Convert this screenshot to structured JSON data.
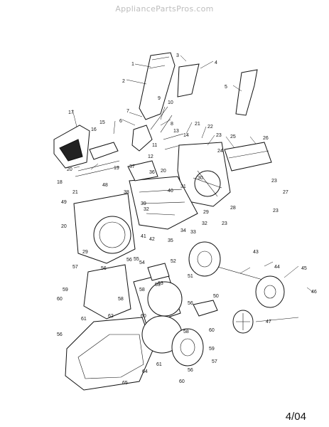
{
  "watermark": "AppliancePartsPros.com",
  "footer_date": "4/04",
  "callouts": [
    {
      "n": "1"
    },
    {
      "n": "2"
    },
    {
      "n": "3"
    },
    {
      "n": "4"
    },
    {
      "n": "5"
    },
    {
      "n": "6"
    },
    {
      "n": "7"
    },
    {
      "n": "8"
    },
    {
      "n": "9"
    },
    {
      "n": "10"
    },
    {
      "n": "11"
    },
    {
      "n": "12"
    },
    {
      "n": "13"
    },
    {
      "n": "14"
    },
    {
      "n": "15"
    },
    {
      "n": "16"
    },
    {
      "n": "17"
    },
    {
      "n": "18"
    },
    {
      "n": "19"
    },
    {
      "n": "20"
    },
    {
      "n": "20"
    },
    {
      "n": "20"
    },
    {
      "n": "21"
    },
    {
      "n": "21"
    },
    {
      "n": "22"
    },
    {
      "n": "23"
    },
    {
      "n": "23"
    },
    {
      "n": "23"
    },
    {
      "n": "23"
    },
    {
      "n": "24"
    },
    {
      "n": "25"
    },
    {
      "n": "26"
    },
    {
      "n": "27"
    },
    {
      "n": "28"
    },
    {
      "n": "29"
    },
    {
      "n": "29"
    },
    {
      "n": "30"
    },
    {
      "n": "31"
    },
    {
      "n": "32"
    },
    {
      "n": "32"
    },
    {
      "n": "33"
    },
    {
      "n": "34"
    },
    {
      "n": "35"
    },
    {
      "n": "36"
    },
    {
      "n": "37"
    },
    {
      "n": "38"
    },
    {
      "n": "39"
    },
    {
      "n": "40"
    },
    {
      "n": "41"
    },
    {
      "n": "42"
    },
    {
      "n": "43"
    },
    {
      "n": "44"
    },
    {
      "n": "45"
    },
    {
      "n": "46"
    },
    {
      "n": "47"
    },
    {
      "n": "48"
    },
    {
      "n": "49"
    },
    {
      "n": "50"
    },
    {
      "n": "51"
    },
    {
      "n": "52"
    },
    {
      "n": "53"
    },
    {
      "n": "54"
    },
    {
      "n": "55"
    },
    {
      "n": "56"
    },
    {
      "n": "56"
    },
    {
      "n": "56"
    },
    {
      "n": "56"
    },
    {
      "n": "56"
    },
    {
      "n": "57"
    },
    {
      "n": "57"
    },
    {
      "n": "58"
    },
    {
      "n": "58"
    },
    {
      "n": "58"
    },
    {
      "n": "59"
    },
    {
      "n": "59"
    },
    {
      "n": "60"
    },
    {
      "n": "60"
    },
    {
      "n": "60"
    },
    {
      "n": "60"
    },
    {
      "n": "61"
    },
    {
      "n": "61"
    },
    {
      "n": "62"
    },
    {
      "n": "63"
    },
    {
      "n": "64"
    },
    {
      "n": "65"
    }
  ]
}
